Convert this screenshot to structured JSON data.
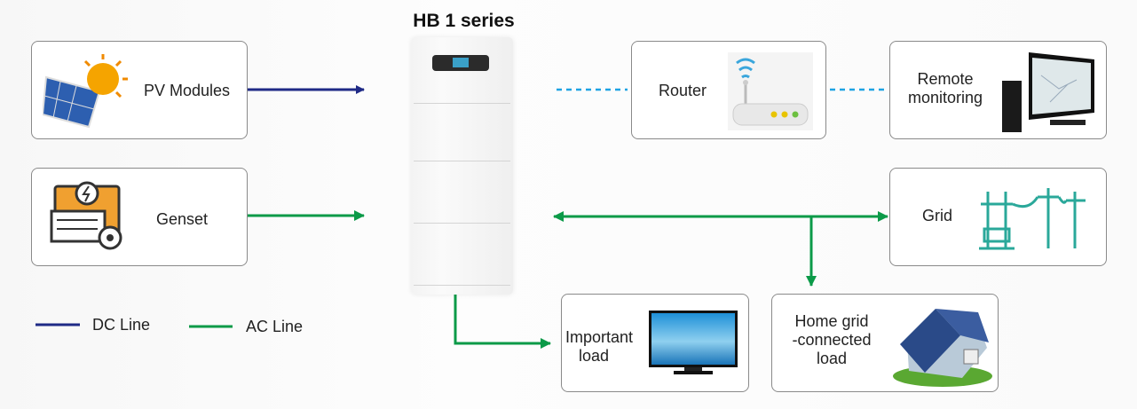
{
  "title": "HB 1 series",
  "nodes": {
    "pv": {
      "label": "PV Modules",
      "icon": "solar-panel-icon"
    },
    "genset": {
      "label": "Genset",
      "icon": "generator-icon"
    },
    "router": {
      "label": "Router",
      "icon": "router-icon"
    },
    "remote": {
      "label_line1": "Remote",
      "label_line2": "monitoring",
      "icon": "computer-icon"
    },
    "grid": {
      "label": "Grid",
      "icon": "power-pylon-icon"
    },
    "important_load": {
      "label_line1": "Important",
      "label_line2": "load",
      "icon": "tv-icon"
    },
    "home": {
      "label_line1": "Home grid",
      "label_line2": "-connected",
      "label_line3": "load",
      "icon": "house-icon"
    }
  },
  "legend": {
    "dc": {
      "label": "DC Line",
      "color": "#1f2a86"
    },
    "ac": {
      "label": "AC Line",
      "color": "#0b9a48"
    }
  },
  "colors": {
    "comm_line": "#1ea3e3"
  }
}
